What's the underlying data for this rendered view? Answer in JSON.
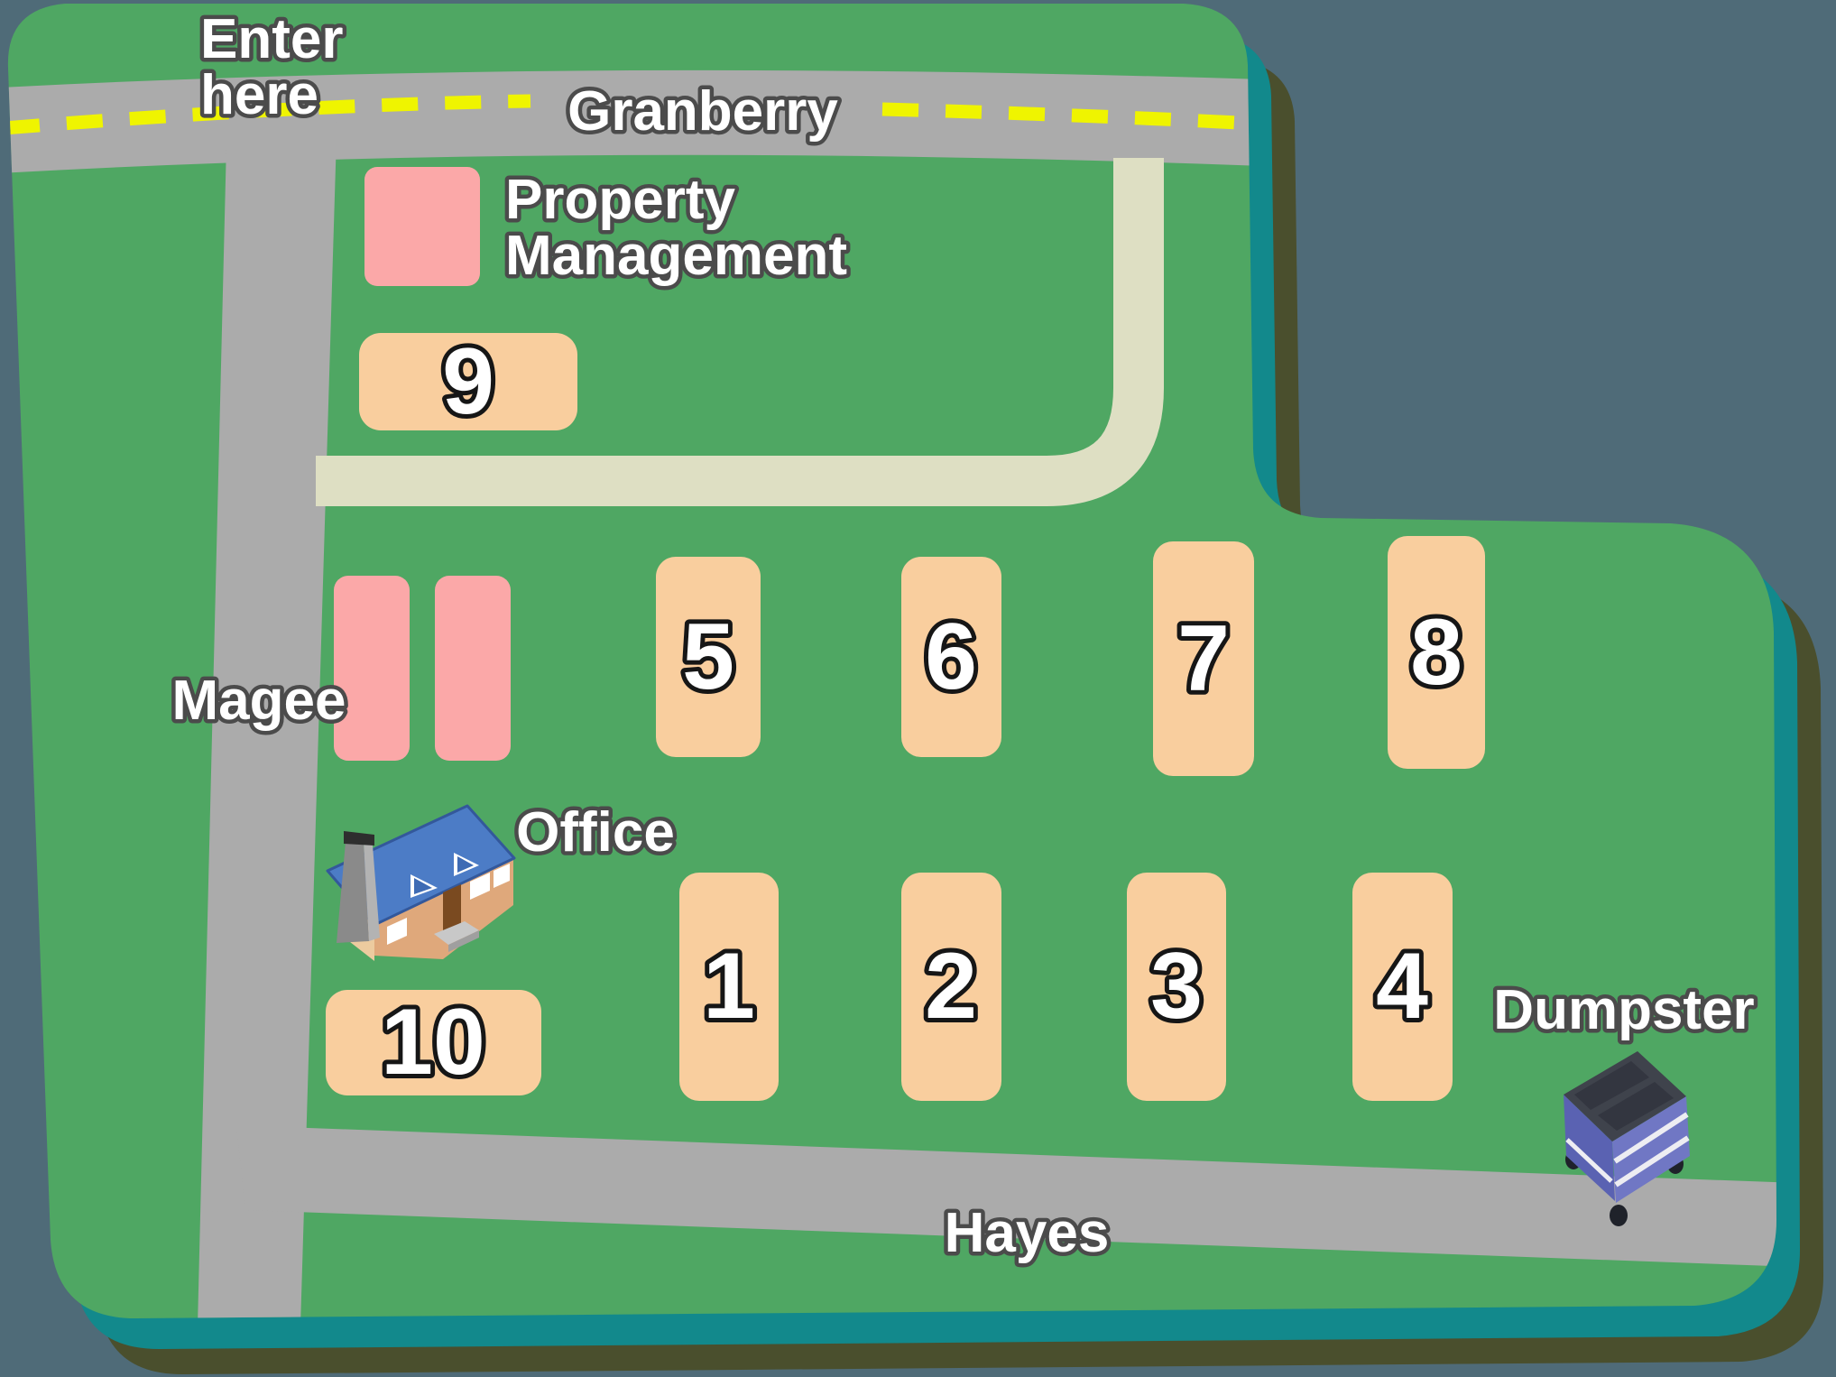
{
  "palette": {
    "bg": "#4F6B78",
    "ground": "#4FA763",
    "border_teal": "#12898C",
    "border_shadow": "#4A4F2D",
    "road": "#ABABAB",
    "path": "#DEDFC3",
    "dash_yellow": "#EFF400",
    "building_tan": "#F9CE9E",
    "building_pink": "#FBA8A8",
    "label_fill": "#FFFFFF",
    "label_outline": "#4B4B4B",
    "number_fill": "#FFFFFF",
    "number_outline": "#161616",
    "house_roof": "#4C7CC6",
    "house_wall": "#DFA87B",
    "dumpster_body": "#7077C4",
    "dumpster_lid": "#3F434C"
  },
  "entrance": {
    "line1": "Enter",
    "line2": "here"
  },
  "streets": {
    "granberry": "Granberry",
    "magee": "Magee",
    "hayes": "Hayes"
  },
  "property_management": {
    "line1": "Property",
    "line2": "Management"
  },
  "office_label": "Office",
  "dumpster_label": "Dumpster",
  "buildings": {
    "units": [
      {
        "number": "1"
      },
      {
        "number": "2"
      },
      {
        "number": "3"
      },
      {
        "number": "4"
      },
      {
        "number": "5"
      },
      {
        "number": "6"
      },
      {
        "number": "7"
      },
      {
        "number": "8"
      },
      {
        "number": "9"
      },
      {
        "number": "10"
      }
    ]
  }
}
